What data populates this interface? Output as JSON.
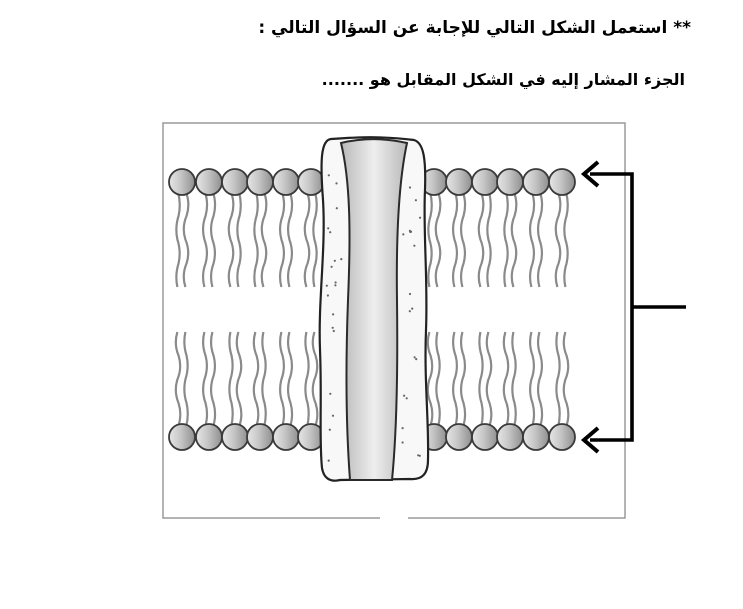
{
  "question": {
    "instruction": "** استعمل الشكل التالي للإجابة عن السؤال التالي :",
    "prompt": "الجزء المشار إليه في الشكل المقابل هو ......."
  },
  "figure": {
    "subject": "cell-membrane-phospholipid-bilayer-with-channel-protein",
    "colors": {
      "head_fill": "#c9c9c9",
      "head_stroke": "#3a3a3a",
      "tail_stroke": "#8a8a8a",
      "protein_fill": "#f7f7f7",
      "channel_fill": "#d4d4d4",
      "arrow": "#000000",
      "frame": "#999999"
    }
  }
}
